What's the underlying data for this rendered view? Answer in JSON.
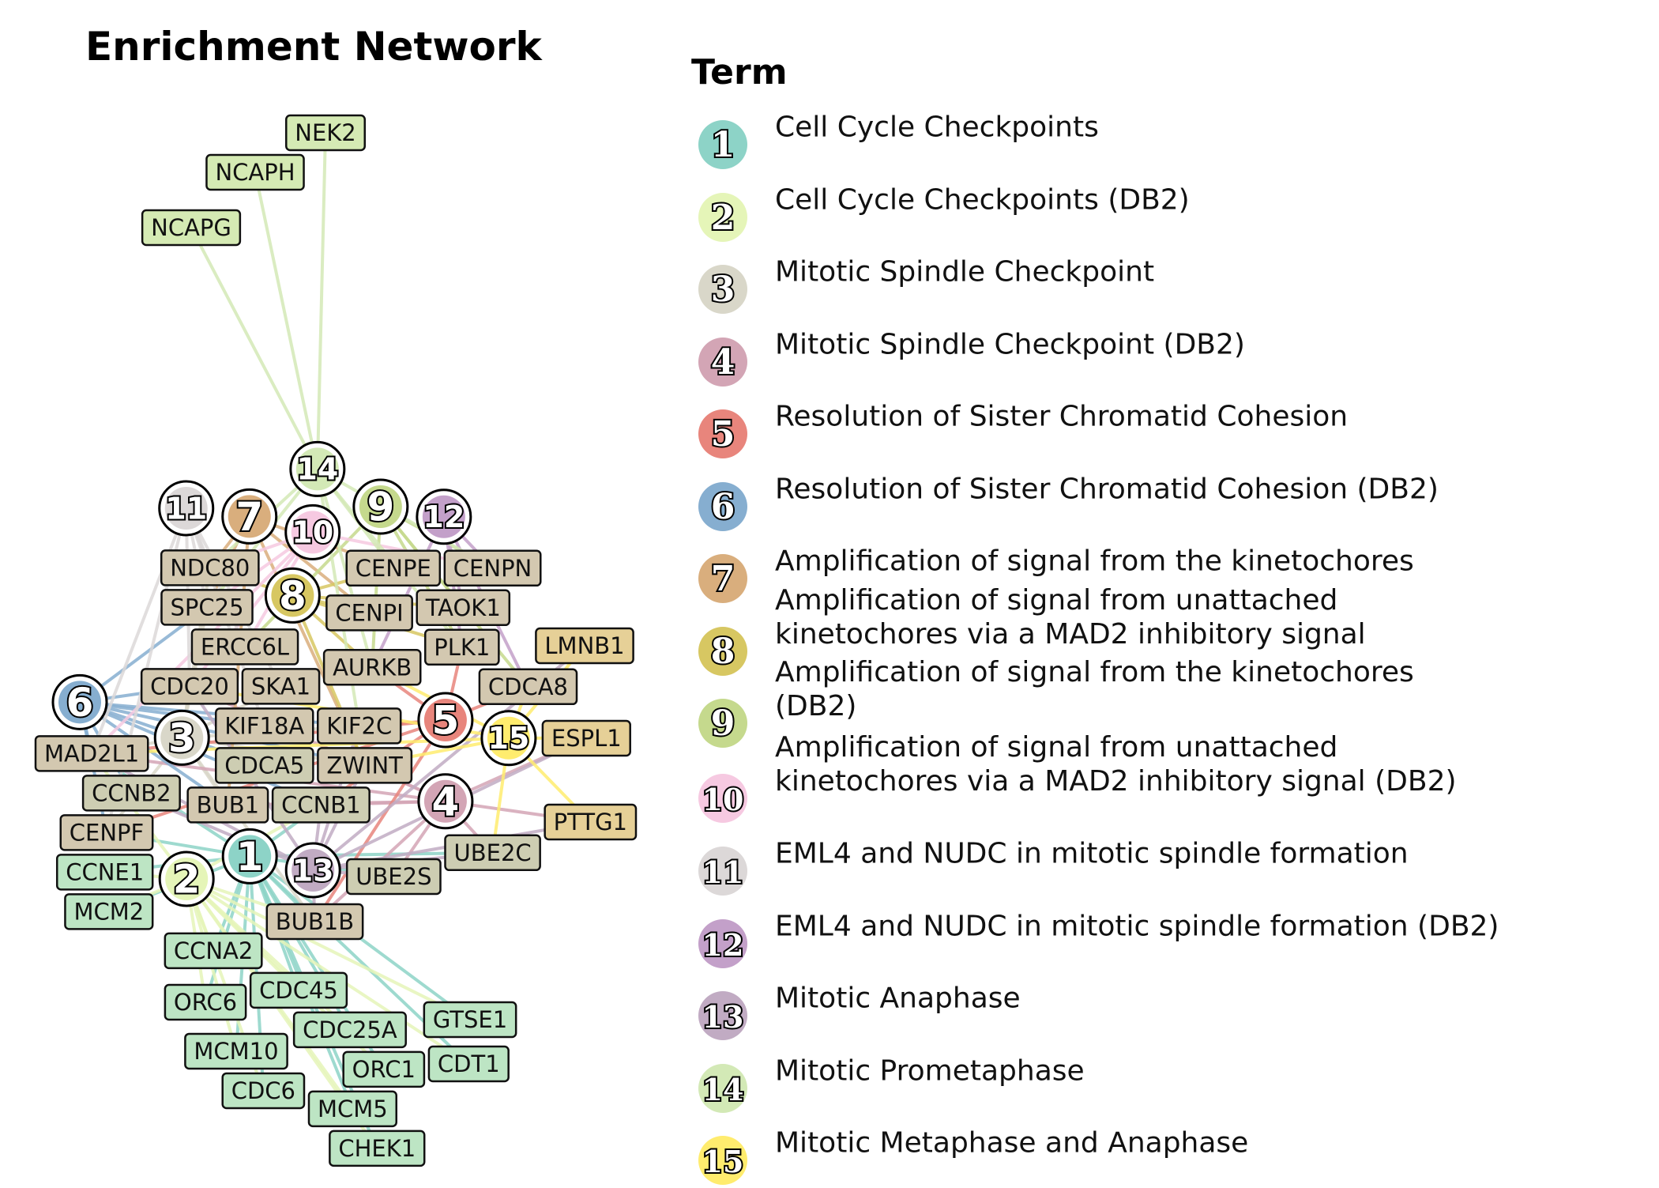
{
  "title": "Enrichment Network",
  "legend": {
    "title": "Term",
    "terms": [
      {
        "id": "1",
        "label": "Cell Cycle Checkpoints",
        "color": "#8dd3c7",
        "members": [
          "CCNE1",
          "MCM2",
          "CCNA2",
          "ORC6",
          "CDC45",
          "MCM10",
          "CDC25A",
          "ORC1",
          "CDT1",
          "GTSE1",
          "CDC6",
          "MCM5",
          "CHEK1",
          "BUB1B",
          "UBE2C",
          "UBE2S",
          "CCNB1",
          "MAD2L1",
          "CENPF"
        ]
      },
      {
        "id": "2",
        "label": "Cell Cycle Checkpoints (DB2)",
        "color": "#e5f5b8",
        "members": [
          "CCNE1",
          "MCM2",
          "CCNA2",
          "ORC6",
          "CDC45",
          "MCM10",
          "CDC25A",
          "ORC1",
          "CDT1",
          "GTSE1",
          "CDC6",
          "MCM5",
          "CHEK1",
          "BUB1B",
          "MAD2L1",
          "CCNB1"
        ]
      },
      {
        "id": "3",
        "label": "Mitotic Spindle Checkpoint",
        "color": "#d9d7c9",
        "members": [
          "MAD2L1",
          "BUB1B",
          "CDC20",
          "NDC80",
          "SPC25",
          "ZWINT",
          "KIF2C",
          "BUB1",
          "CENPF",
          "SKA1"
        ]
      },
      {
        "id": "4",
        "label": "Mitotic Spindle Checkpoint (DB2)",
        "color": "#d3a5b5",
        "members": [
          "MAD2L1",
          "BUB1B",
          "CDC20",
          "UBE2C",
          "UBE2S",
          "ZWINT",
          "BUB1",
          "PTTG1",
          "ESPL1",
          "CCNB1"
        ]
      },
      {
        "id": "5",
        "label": "Resolution of Sister Chromatid Cohesion",
        "color": "#e8857c",
        "members": [
          "AURKB",
          "CDCA8",
          "PLK1",
          "KIF2C",
          "MAD2L1",
          "BUB1B",
          "CCNB1",
          "CENPF"
        ]
      },
      {
        "id": "6",
        "label": "Resolution of Sister Chromatid Cohesion (DB2)",
        "color": "#86aed0",
        "members": [
          "MAD2L1",
          "CCNB1",
          "CCNB2",
          "CDC20",
          "SPC25",
          "KIF18A",
          "CDCA5",
          "BUB1",
          "ZWINT",
          "CENPF",
          "KIF2C"
        ]
      },
      {
        "id": "7",
        "label": "Amplification of signal from the kinetochores",
        "color": "#d9ae7d",
        "members": [
          "NDC80",
          "CENPE",
          "CENPI",
          "SPC25",
          "ZWINT",
          "BUB1"
        ]
      },
      {
        "id": "8",
        "label": "Amplification of signal from unattached\nkinetochores via a MAD2 inhibitory signal",
        "color": "#d7c762",
        "members": [
          "NDC80",
          "CENPE",
          "CENPI",
          "TAOK1",
          "PLK1",
          "AURKB",
          "ZWINT"
        ]
      },
      {
        "id": "9",
        "label": "Amplification of signal from the kinetochores\n(DB2)",
        "color": "#c5d98d",
        "members": [
          "CENPN",
          "TAOK1",
          "PLK1",
          "AURKB",
          "CDCA8",
          "ERCC6L"
        ]
      },
      {
        "id": "10",
        "label": "Amplification of signal from unattached\nkinetochores via a MAD2 inhibitory signal (DB2)",
        "color": "#f6c9e1",
        "members": [
          "CENPN",
          "NDC80",
          "SPC25",
          "MAD2L1",
          "ERCC6L",
          "CDC20"
        ]
      },
      {
        "id": "11",
        "label": "EML4 and NUDC in mitotic spindle formation",
        "color": "#dcd8d8",
        "members": [
          "MAD2L1",
          "SPC25",
          "NDC80",
          "CENPF",
          "CDC20",
          "SKA1",
          "KIF18A",
          "ERCC6L"
        ]
      },
      {
        "id": "12",
        "label": "EML4 and NUDC in mitotic spindle formation (DB2)",
        "color": "#c3a0c9",
        "members": [
          "CENPN",
          "PLK1",
          "AURKB",
          "CDCA8",
          "TAOK1"
        ]
      },
      {
        "id": "13",
        "label": "Mitotic Anaphase",
        "color": "#c1abc3",
        "members": [
          "LMNB1",
          "ESPL1",
          "PTTG1",
          "UBE2C",
          "UBE2S",
          "CCNB1",
          "CCNB2",
          "BUB1B",
          "KIF2C",
          "ZWINT",
          "CDC20",
          "MAD2L1"
        ]
      },
      {
        "id": "14",
        "label": "Mitotic Prometaphase",
        "color": "#d3e9b6",
        "members": [
          "NEK2",
          "NCAPH",
          "NCAPG",
          "CENPN",
          "CENPE",
          "NDC80",
          "PLK1",
          "AURKB",
          "SPC25",
          "KIF2C"
        ]
      },
      {
        "id": "15",
        "label": "Mitotic Metaphase and Anaphase",
        "color": "#ffec6e",
        "members": [
          "LMNB1",
          "ESPL1",
          "PTTG1",
          "UBE2C",
          "MAD2L1",
          "CDC20",
          "ZWINT",
          "AURKB",
          "CDCA8"
        ]
      }
    ]
  },
  "gene_colors": {
    "spindle": "#d3c8b0",
    "mixed": "#cdcdb2",
    "checkpoint": "#bde5c4",
    "anaphase": "#e6d097"
  },
  "genes": [
    {
      "name": "NEK2",
      "group": "mixed_green"
    },
    {
      "name": "NCAPH",
      "group": "mixed_green"
    },
    {
      "name": "NCAPG",
      "group": "mixed_green"
    },
    {
      "name": "LMNB1",
      "group": "anaphase"
    },
    {
      "name": "ESPL1",
      "group": "anaphase"
    },
    {
      "name": "PTTG1",
      "group": "anaphase"
    },
    {
      "name": "UBE2C",
      "group": "mixed"
    },
    {
      "name": "UBE2S",
      "group": "mixed"
    },
    {
      "name": "BUB1B",
      "group": "spindle"
    },
    {
      "name": "CENPE",
      "group": "spindle"
    },
    {
      "name": "CENPN",
      "group": "spindle"
    },
    {
      "name": "NDC80",
      "group": "spindle"
    },
    {
      "name": "CENPI",
      "group": "spindle"
    },
    {
      "name": "TAOK1",
      "group": "spindle"
    },
    {
      "name": "PLK1",
      "group": "spindle"
    },
    {
      "name": "AURKB",
      "group": "spindle"
    },
    {
      "name": "CDCA8",
      "group": "spindle"
    },
    {
      "name": "ERCC6L",
      "group": "spindle"
    },
    {
      "name": "SPC25",
      "group": "spindle"
    },
    {
      "name": "CDC20",
      "group": "spindle"
    },
    {
      "name": "SKA1",
      "group": "spindle"
    },
    {
      "name": "CDCA5",
      "group": "mixed"
    },
    {
      "name": "KIF18A",
      "group": "spindle"
    },
    {
      "name": "KIF2C",
      "group": "spindle"
    },
    {
      "name": "BUB1",
      "group": "spindle"
    },
    {
      "name": "ZWINT",
      "group": "spindle"
    },
    {
      "name": "CCNB2",
      "group": "mixed"
    },
    {
      "name": "CCNB1",
      "group": "mixed"
    },
    {
      "name": "MAD2L1",
      "group": "spindle"
    },
    {
      "name": "CENPF",
      "group": "spindle"
    },
    {
      "name": "CCNE1",
      "group": "checkpoint"
    },
    {
      "name": "CCNA2",
      "group": "checkpoint"
    },
    {
      "name": "MCM2",
      "group": "checkpoint"
    },
    {
      "name": "CDC45",
      "group": "checkpoint"
    },
    {
      "name": "ORC6",
      "group": "checkpoint"
    },
    {
      "name": "MCM10",
      "group": "checkpoint"
    },
    {
      "name": "CDT1",
      "group": "checkpoint"
    },
    {
      "name": "CDC25A",
      "group": "checkpoint"
    },
    {
      "name": "ORC1",
      "group": "checkpoint"
    },
    {
      "name": "GTSE1",
      "group": "checkpoint"
    },
    {
      "name": "CHEK1",
      "group": "checkpoint"
    },
    {
      "name": "MCM5",
      "group": "checkpoint"
    },
    {
      "name": "CDC6",
      "group": "checkpoint"
    }
  ]
}
